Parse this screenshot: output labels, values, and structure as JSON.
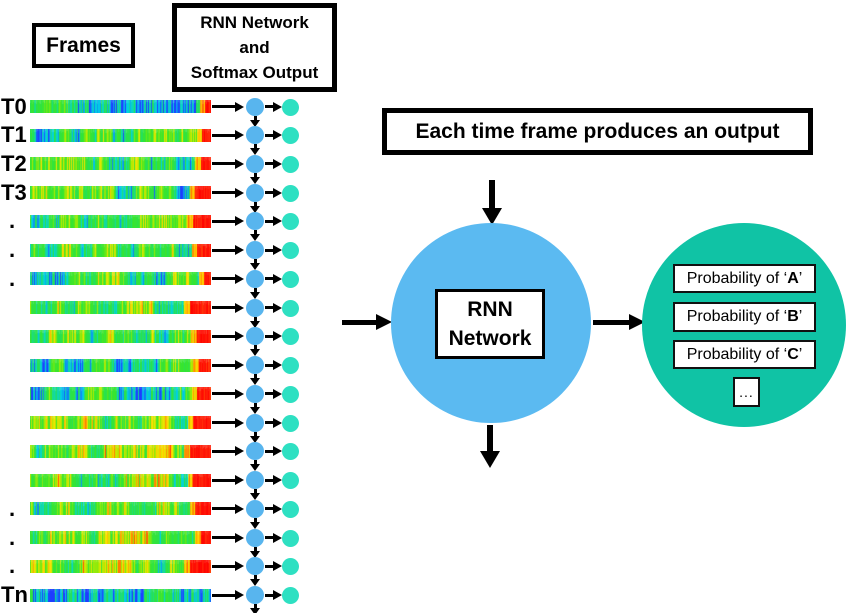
{
  "titles": {
    "frames": "Frames",
    "rnn_softmax_lines": [
      "RNN Network",
      "and",
      "Softmax Output"
    ],
    "caption": "Each time frame produces an output"
  },
  "rnn_circle": {
    "lines": [
      "RNN",
      "Network"
    ]
  },
  "output_circle": {
    "item_prefix": "Probability of ",
    "quote_open": "‘",
    "quote_close": "’",
    "classes": [
      "A",
      "B",
      "C"
    ],
    "more_label": "..."
  },
  "colors": {
    "node_blue": "#58b5ee",
    "node_teal": "#2ee0c2",
    "rnn_circle_blue": "#5bbaf1",
    "output_circle_teal": "#10c3a5",
    "arrow_black": "#000000"
  },
  "strip_colormap": [
    [
      0.0,
      30,
      60,
      255
    ],
    [
      0.15,
      0,
      210,
      230
    ],
    [
      0.3,
      40,
      225,
      80
    ],
    [
      0.5,
      60,
      230,
      40
    ],
    [
      0.62,
      180,
      235,
      0
    ],
    [
      0.72,
      255,
      225,
      0
    ],
    [
      0.82,
      255,
      140,
      0
    ],
    [
      0.9,
      255,
      40,
      10
    ],
    [
      1.0,
      255,
      0,
      0
    ]
  ],
  "frame_rows": [
    {
      "label": "T0",
      "base": 0.3,
      "spread": 0.22,
      "red_end": 0.035,
      "seed": 11
    },
    {
      "label": "T1",
      "base": 0.34,
      "spread": 0.24,
      "red_end": 0.05,
      "seed": 22
    },
    {
      "label": "T2",
      "base": 0.38,
      "spread": 0.22,
      "red_end": 0.06,
      "seed": 33
    },
    {
      "label": "T3",
      "base": 0.34,
      "spread": 0.26,
      "red_end": 0.09,
      "seed": 44
    },
    {
      "label": ".",
      "base": 0.42,
      "spread": 0.2,
      "red_end": 0.1,
      "seed": 55
    },
    {
      "label": ".",
      "base": 0.42,
      "spread": 0.22,
      "red_end": 0.08,
      "seed": 66
    },
    {
      "label": ".",
      "base": 0.38,
      "spread": 0.24,
      "red_end": 0.04,
      "seed": 77
    },
    {
      "label": "",
      "base": 0.45,
      "spread": 0.22,
      "red_end": 0.12,
      "seed": 88
    },
    {
      "label": "",
      "base": 0.42,
      "spread": 0.22,
      "red_end": 0.08,
      "seed": 99
    },
    {
      "label": "",
      "base": 0.3,
      "spread": 0.24,
      "red_end": 0.07,
      "seed": 110
    },
    {
      "label": "",
      "base": 0.33,
      "spread": 0.24,
      "red_end": 0.08,
      "seed": 121
    },
    {
      "label": "",
      "base": 0.48,
      "spread": 0.22,
      "red_end": 0.1,
      "seed": 132
    },
    {
      "label": "",
      "base": 0.5,
      "spread": 0.24,
      "red_end": 0.12,
      "seed": 143
    },
    {
      "label": "",
      "base": 0.48,
      "spread": 0.24,
      "red_end": 0.1,
      "seed": 154
    },
    {
      "label": ".",
      "base": 0.44,
      "spread": 0.22,
      "red_end": 0.09,
      "seed": 165
    },
    {
      "label": ".",
      "base": 0.5,
      "spread": 0.22,
      "red_end": 0.06,
      "seed": 176
    },
    {
      "label": ".",
      "base": 0.48,
      "spread": 0.24,
      "red_end": 0.12,
      "seed": 187
    },
    {
      "label": "Tn",
      "base": 0.24,
      "spread": 0.2,
      "red_end": 0.0,
      "seed": 198
    }
  ]
}
